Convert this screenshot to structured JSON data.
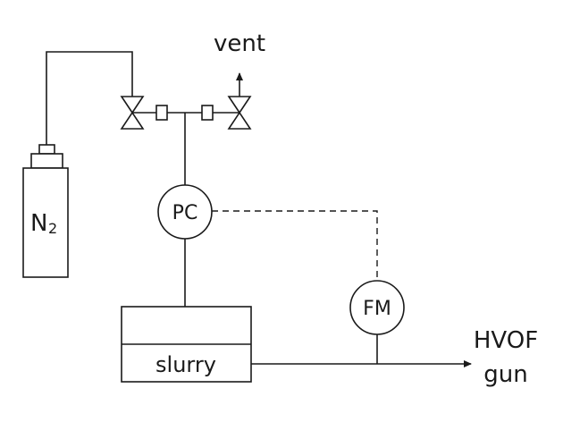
{
  "labels": {
    "vent": "vent",
    "pc": "PC",
    "fm": "FM",
    "slurry": "slurry",
    "gas_n": "N",
    "gas_sub": "2",
    "hvof_line1": "HVOF",
    "hvof_line2": "gun"
  },
  "colors": {
    "line": "#1a1a1a",
    "background": "#ffffff"
  }
}
